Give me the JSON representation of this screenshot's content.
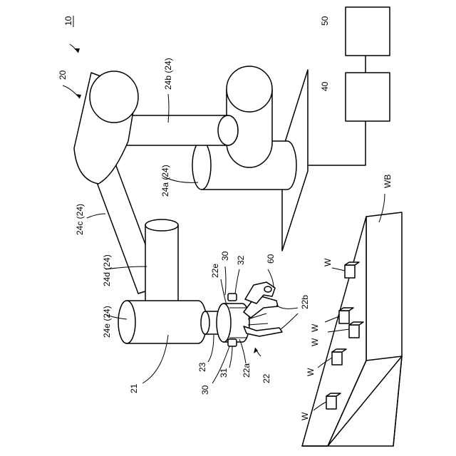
{
  "labels": {
    "system": "10",
    "robot": "20",
    "base": "21",
    "hand": "22",
    "hand_base": "22a",
    "fingers": "22b",
    "hand_part": "22e",
    "part23": "23",
    "arm_a": "24a (24)",
    "arm_b": "24b (24)",
    "arm_c": "24c (24)",
    "arm_d": "24d (24)",
    "arm_e": "24e (24)",
    "camera_left": "30",
    "camera_top": "30",
    "camera31": "31",
    "camera32": "32",
    "controller": "40",
    "host": "50",
    "object60": "60",
    "workbench": "WB",
    "workpiece": "W"
  },
  "colors": {
    "line": "#000000",
    "background": "#ffffff"
  }
}
